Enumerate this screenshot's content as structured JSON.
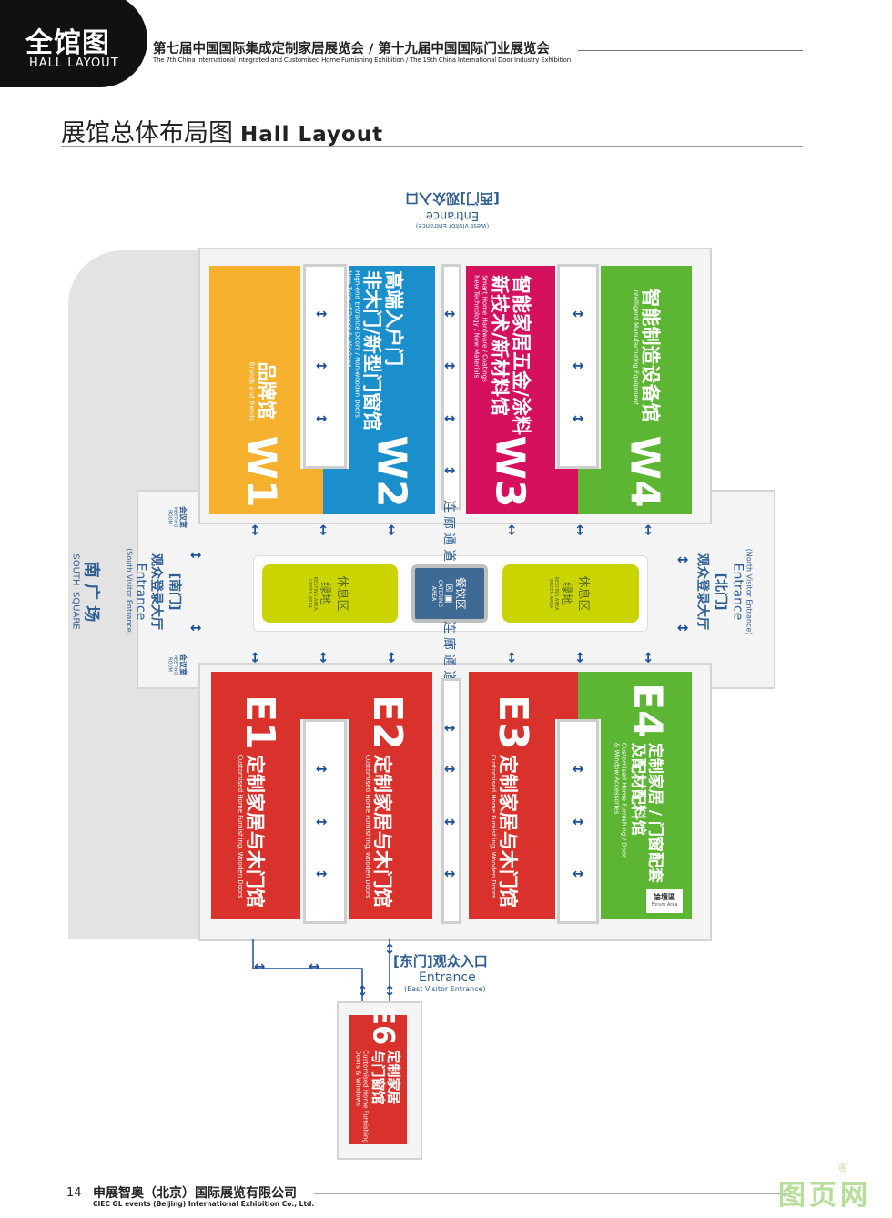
{
  "header": {
    "badge_cn": "全馆图",
    "badge_en": "HALL LAYOUT",
    "title_cn": "第七届中国国际集成定制家居展览会 / 第十九届中国国际门业展览会",
    "title_en": "The 7th China International Integrated and Customised Home Furnishing Exhibition / The 19th China International Door Industry Exhibition"
  },
  "section": {
    "title_cn": "展馆总体布局图",
    "title_en": "Hall Layout"
  },
  "colors": {
    "w1": "#f5b02e",
    "w2": "#1b8fcb",
    "w3": "#d5105f",
    "w4": "#5db534",
    "e_red": "#d9312b",
    "e4": "#5db534",
    "rest": "#c9d400",
    "catering": "#3f6a94",
    "arrow": "#1a4f9a"
  },
  "halls": {
    "W1": {
      "id": "W1",
      "cn": "品牌馆",
      "en": "Brands and Trends"
    },
    "W2": {
      "id": "W2",
      "cn1": "高端入户门",
      "cn2": "非木门/新型门窗馆",
      "en1": "High-end Entrance Doors / Non-wooden Doors",
      "en2": "New Type of Doors & Windows"
    },
    "W3": {
      "id": "W3",
      "cn1": "智能家居五金/涂料",
      "cn2": "新技术/新材料馆",
      "en1": "Smart Home Hardware / Coatings",
      "en2": "New Technology / New Materials"
    },
    "W4": {
      "id": "W4",
      "cn": "智能制造设备馆",
      "en": "Intelligent Manufacturing Equipment"
    },
    "E1": {
      "id": "E1",
      "cn": "定制家居与木门馆",
      "en": "Customised Home Furnishing, Wooden Doors"
    },
    "E2": {
      "id": "E2",
      "cn": "定制家居与木门馆",
      "en": "Customised Home Furnishing, Wooden Doors"
    },
    "E3": {
      "id": "E3",
      "cn": "定制家居与木门馆",
      "en": "Customised Home Furnishing, Wooden Doors"
    },
    "E4": {
      "id": "E4",
      "cn1": "定制家居 / 门窗配套",
      "cn2": "及配材配料馆",
      "en1": "Customised Home Furnishing / Door",
      "en2": "& Window Accessories",
      "forum_cn": "論壇區",
      "forum_en": "Forum Area"
    },
    "E6": {
      "id": "E6",
      "cn1": "定制家居",
      "cn2": "与门窗馆",
      "en1": "Customised Home Furnishing",
      "en2": "Doors & Windows"
    }
  },
  "middle": {
    "corridor": "连廊通道",
    "rest_cn1": "休息区",
    "rest_cn2": "绿地",
    "rest_en1": "RESTING AREA",
    "rest_en2": "GREEN AREA",
    "cater_cn": "餐饮区",
    "cater_en1": "CATERING",
    "cater_en2": "AREA"
  },
  "entrances": {
    "west": {
      "cn": "[西门]观众入口",
      "en": "Entrance",
      "sub": "(West Visitor Entrance)"
    },
    "east": {
      "cn": "[东门]观众入口",
      "en": "Entrance",
      "sub": "(East Visitor Entrance)"
    },
    "north": {
      "cn1": "[北门]",
      "cn2": "观众登录大厅",
      "en": "Entrance",
      "sub": "(North Visitor Entrance)"
    },
    "south": {
      "cn1": "[南门]",
      "cn2": "观众登录大厅",
      "en": "Entrance",
      "sub": "(South Visitor Entrance)"
    },
    "meeting_cn": "会议室",
    "meeting_en1": "MEETING",
    "meeting_en2": "ROOM",
    "square_cn": "南 广 场",
    "square_en": "SOUTH  SQUARE"
  },
  "footer": {
    "page": "14",
    "company_cn": "申展智奥（北京）国际展览有限公司",
    "company_en": "CIEC GL events (Beijing) International Exhibition Co., Ltd.",
    "watermark": "图页网",
    "watermark_mark": "®"
  }
}
